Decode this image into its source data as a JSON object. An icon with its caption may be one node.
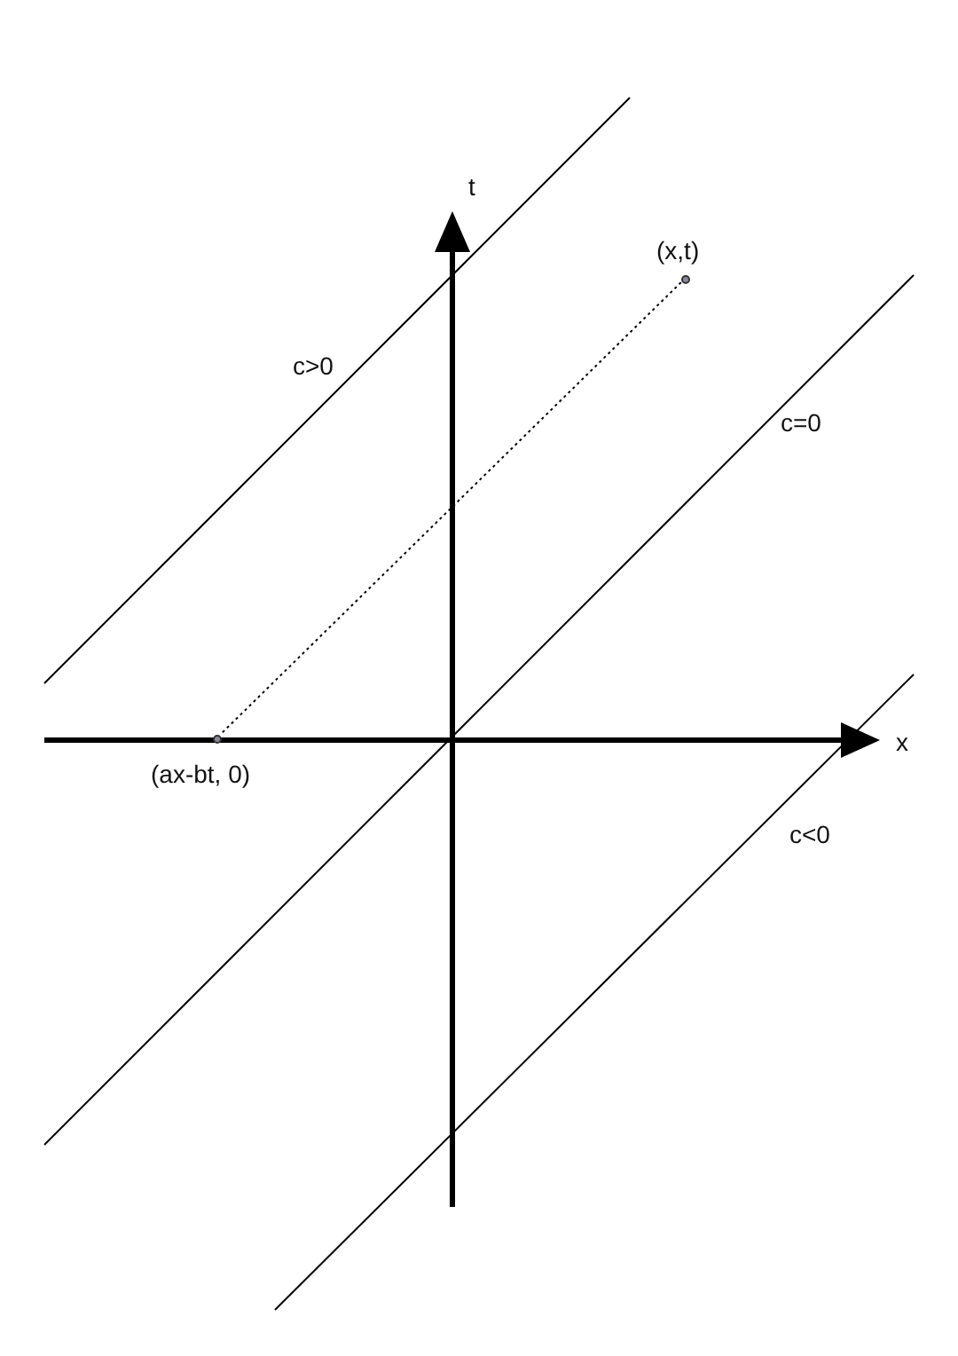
{
  "diagram": {
    "nodes": [
      {
        "text": [],
        "shape": "circle",
        "beside": [
          "(x,t)"
        ]
      },
      {
        "text": [],
        "shape": "circle",
        "beside": [
          "(ax-bt, 0)"
        ]
      }
    ],
    "edges": [
      {
        "from": 0,
        "to": 1,
        "arrow": "none",
        "style": "dashed"
      }
    ],
    "labels": [
      "t",
      "c>0",
      "c=0",
      "x",
      "c<0"
    ]
  }
}
